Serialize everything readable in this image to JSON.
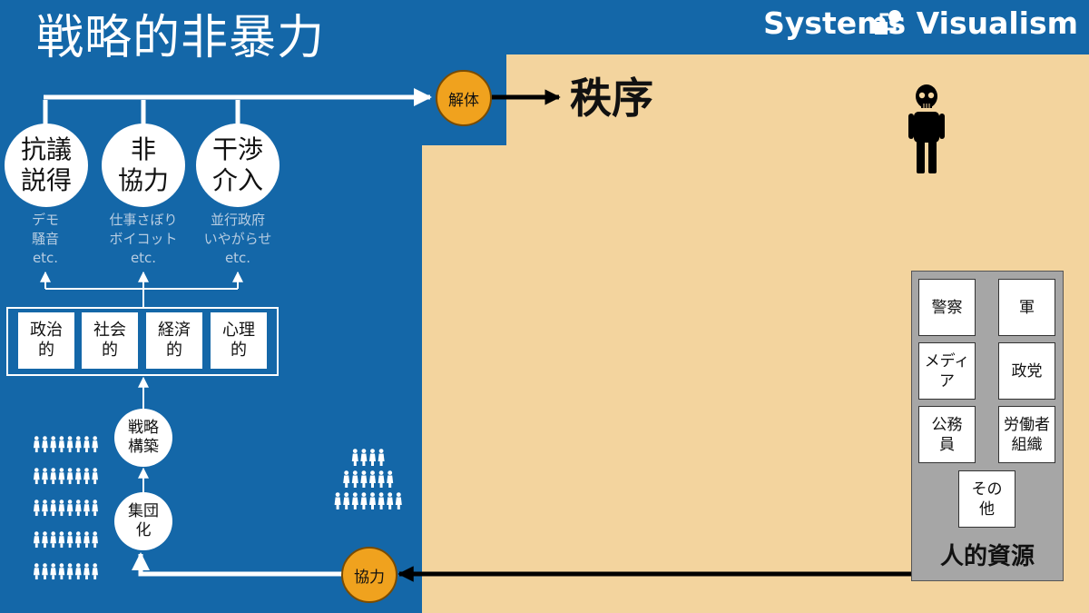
{
  "title": "戦略的非暴力",
  "brand": "Systems Visualism",
  "dismantle": "解体",
  "order": "秩序",
  "cooperation": "協力",
  "methods": [
    {
      "line1": "抗議",
      "line2": "説得",
      "sub": [
        "デモ",
        "騒音",
        "etc."
      ]
    },
    {
      "line1": "非",
      "line2": "協力",
      "sub": [
        "仕事さぼり",
        "ボイコット",
        "etc."
      ]
    },
    {
      "line1": "干渉",
      "line2": "介入",
      "sub": [
        "並行政府",
        "いやがらせ",
        "etc."
      ]
    }
  ],
  "dimensions": [
    {
      "line1": "政治",
      "line2": "的"
    },
    {
      "line1": "社会",
      "line2": "的"
    },
    {
      "line1": "経済",
      "line2": "的"
    },
    {
      "line1": "心理",
      "line2": "的"
    }
  ],
  "strategy": {
    "line1": "戦略",
    "line2": "構築"
  },
  "collectivize": {
    "line1": "集団",
    "line2": "化"
  },
  "resources": {
    "title": "人的資源",
    "police": "警察",
    "military": "軍",
    "media": {
      "line1": "メディ",
      "line2": "ア"
    },
    "parties": "政党",
    "civil": {
      "line1": "公務",
      "line2": "員"
    },
    "unions": {
      "line1": "労働者",
      "line2": "組織"
    },
    "other": {
      "line1": "その",
      "line2": "他"
    }
  },
  "colors": {
    "blue": "#1467a8",
    "tan": "#f3d49e",
    "orange": "#f0a21e",
    "panel": "#a6a6a6"
  },
  "icons": [
    "skull-person-icon",
    "crowd-icon",
    "pyramid-crowd-icon",
    "logo-icon"
  ]
}
